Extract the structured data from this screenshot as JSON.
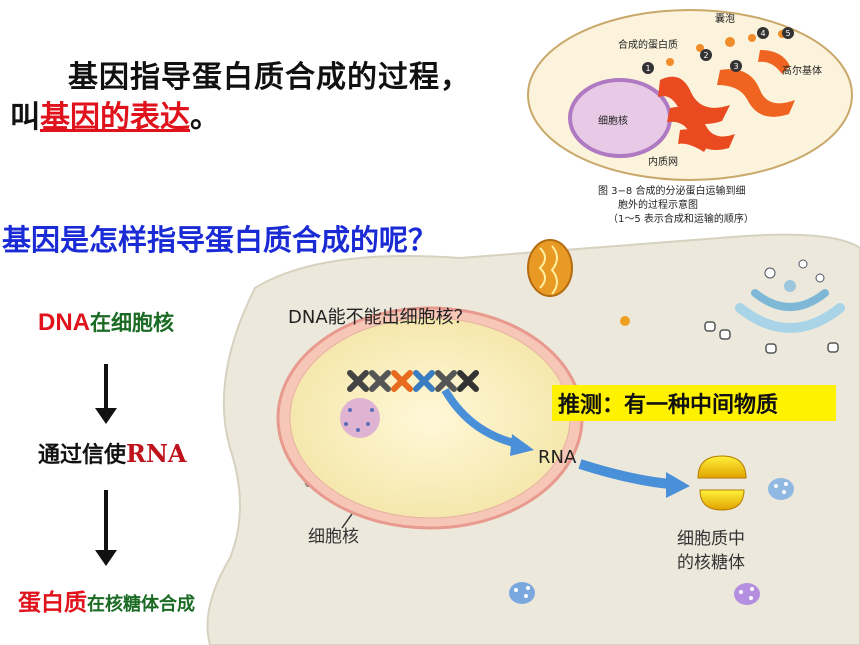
{
  "slide": {
    "title_line1": "基因指导蛋白质合成的过程，",
    "title_line2_prefix": "叫",
    "title_line2_link": "基因的表达",
    "title_line2_suffix": "。",
    "question": "基因是怎样指导蛋白质合成的呢？"
  },
  "flow": {
    "step1_strong": "DNA",
    "step1_rest": "在细胞核",
    "step2_prefix": "通过信使",
    "step2_strong": "RNA",
    "step3_strong": "蛋白质",
    "step3_rest": "在核糖体合成"
  },
  "cell_diagram": {
    "dna_question": "DNA能不能出细胞核？",
    "hypothesis": "推测：有一种中间物质",
    "rna_label": "RNA",
    "nucleus_label": "细胞核",
    "ribosome_label_line1": "细胞质中",
    "ribosome_label_line2": "的核糖体"
  },
  "textbook_figure": {
    "label_vesicle": "囊泡",
    "label_synth_protein": "合成的蛋白质",
    "label_golgi": "高尔基体",
    "label_nucleus": "细胞核",
    "label_er": "内质网",
    "caption_line1": "图 3−8    合成的分泌蛋白运输到细",
    "caption_line2": "胞外的过程示意图",
    "caption_line3": "（1～5 表示合成和运输的顺序）",
    "step_numbers": [
      "1",
      "2",
      "3",
      "4",
      "5"
    ]
  },
  "colors": {
    "title_red": "#e0121b",
    "question_blue": "#1a2bd6",
    "flow_green": "#1c6b25",
    "hypothesis_bg": "#fff200",
    "arrow_blue": "#4a90d9",
    "cell_bg": "#ece9dc"
  }
}
